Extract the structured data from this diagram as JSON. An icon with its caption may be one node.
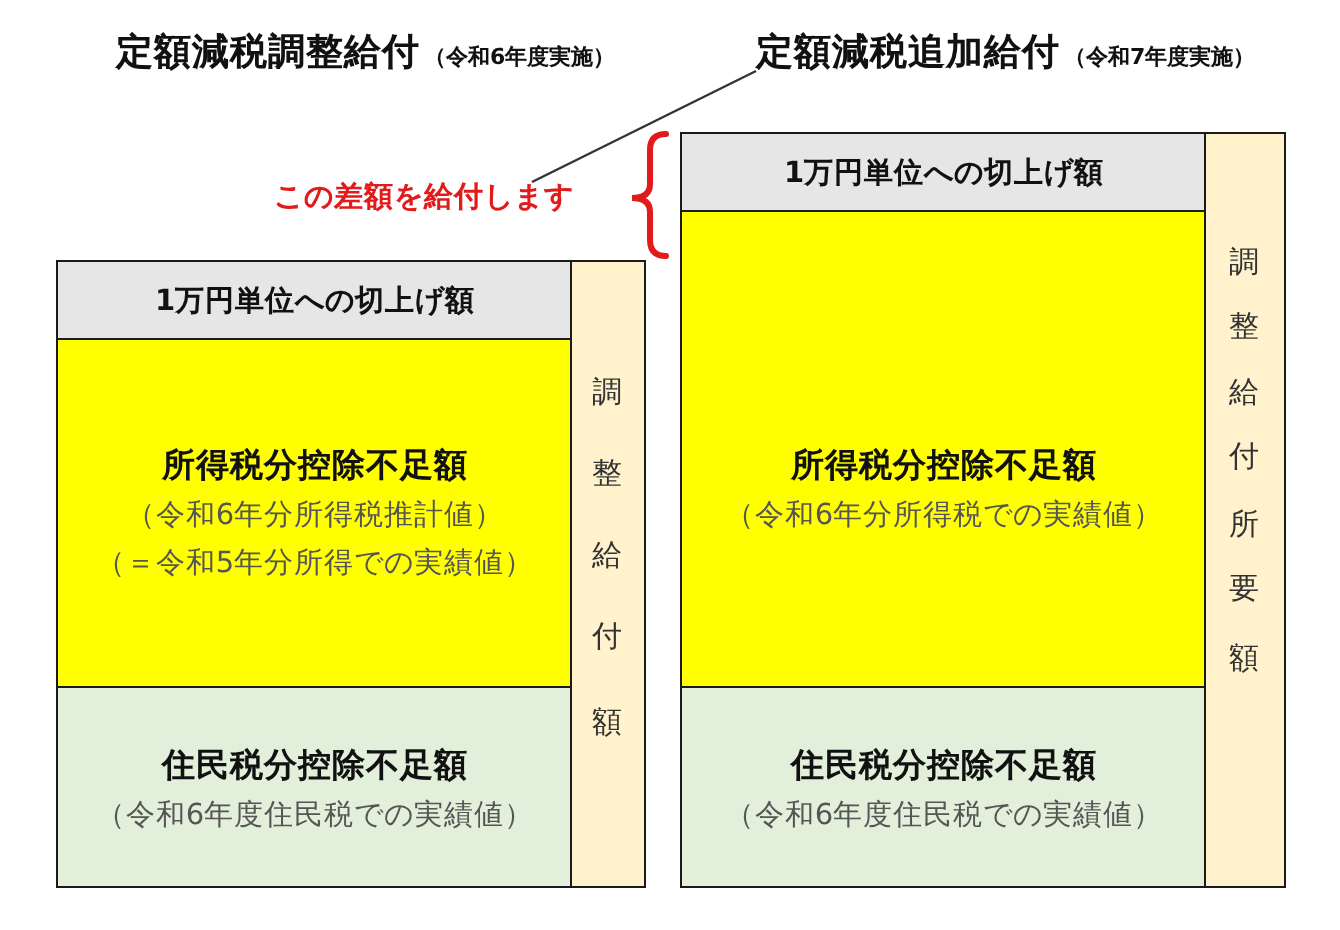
{
  "diagram": {
    "nodes": [
      {
        "text": [
          "この差額を給付します"
        ]
      },
      {
        "text": [
          "定額減税追加給付",
          "（令和7年度実施）"
        ]
      },
      {
        "text": [
          "1万円単位への切上げ額"
        ]
      },
      {
        "text": [
          "所得税分控除不足額",
          "（令和6年分所得税推計値）",
          "（＝令和5年分所得での実績値）"
        ]
      },
      {
        "text": [
          "住民税分控除不足額",
          "（令和6年度住民税での実績値）"
        ]
      },
      {
        "text": [
          "調整給付額"
        ]
      },
      {
        "text": [
          "1万円単位への切上げ額"
        ]
      },
      {
        "text": [
          "所得税分控除不足額",
          "（令和6年分所得税での実績値）"
        ]
      },
      {
        "text": [
          "住民税分控除不足額",
          "（令和6年度住民税での実績値）"
        ]
      },
      {
        "text": [
          "調整給付所要額"
        ]
      }
    ],
    "edges": [
      {
        "from": 0,
        "to": 1,
        "arrow": "none"
      }
    ],
    "labels": [
      "定額減税調整給付",
      "（令和6年度実施）"
    ]
  }
}
